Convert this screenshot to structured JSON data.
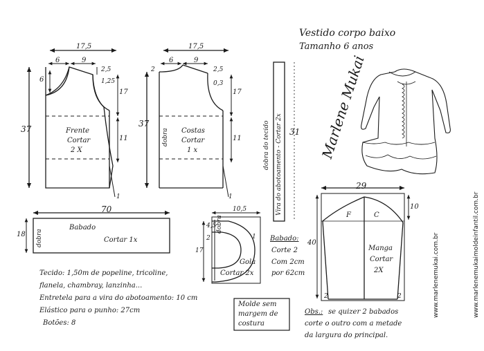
{
  "title": {
    "line1": "Vestido corpo baixo",
    "line2": "Tamanho  6 anos"
  },
  "signature": "Marlene Mukai",
  "website": {
    "top": "www.marlenemukai.com.br",
    "bottom": "www.marlenemukaimoldeinfantil.com.br"
  },
  "front": {
    "width_total": "17,5",
    "neck_width": "6",
    "shoulder_width": "9",
    "drop_1": "2,5",
    "drop_2": "1,25",
    "neck_depth": "6",
    "armhole": "17",
    "lower": "11",
    "height": "37",
    "hem_mark": "1",
    "label": "Frente",
    "cut": "Cortar",
    "qty": "2 X"
  },
  "back": {
    "width_total": "17,5",
    "neck_width": "6",
    "shoulder_width": "9",
    "neck_drop": "2",
    "drop_1": "2,5",
    "drop_2": "0,3",
    "armhole": "17",
    "lower": "11",
    "height": "37",
    "hem_mark": "1",
    "fold": "dobra",
    "label": "Costas",
    "cut": "Cortar",
    "qty": "1 x"
  },
  "facing": {
    "fold_label": "dobra do tecido",
    "text": "Vira do abotoamento - Cortar 2x",
    "height": "31"
  },
  "ruffle": {
    "width": "70",
    "height": "18",
    "fold": "dobra",
    "label": "Babado",
    "cut": "Cortar  1x"
  },
  "collar": {
    "width": "10,5",
    "h1": "4,5",
    "h2": "2",
    "h3": "17",
    "side": "1",
    "label": "Gola",
    "cut": "Cortar 2x",
    "fold": "dobra"
  },
  "ruffle_note": {
    "title": "Babado:",
    "line1": "Corte 2",
    "line2": "Com 2cm",
    "line3": "por 62cm"
  },
  "sleeve": {
    "width": "29",
    "cap": "10",
    "height": "40",
    "front_mark": "F",
    "back_mark": "C",
    "label": "Manga",
    "cut": "Cortar",
    "qty": "2X",
    "corner_left": "2",
    "corner_right": "2"
  },
  "materials": {
    "line1": "Tecido: 1,50m  de popeline, tricoline,",
    "line2": "flanela, chambray, lanzinha...",
    "line3": "Entretela  para a vira do abotoamento: 10 cm",
    "line4": "Elástico  para o punho: 27cm",
    "line5": "Botões: 8"
  },
  "no_seam": {
    "line1": "Molde sem",
    "line2": "margem de",
    "line3": "costura"
  },
  "obs": {
    "label": "Obs.:",
    "line1": "se quizer 2 babados",
    "line2": "corte  o outro com a metade",
    "line3": "da  largura do principal."
  },
  "colors": {
    "ink": "#1a1a1a",
    "paper": "#ffffff"
  }
}
